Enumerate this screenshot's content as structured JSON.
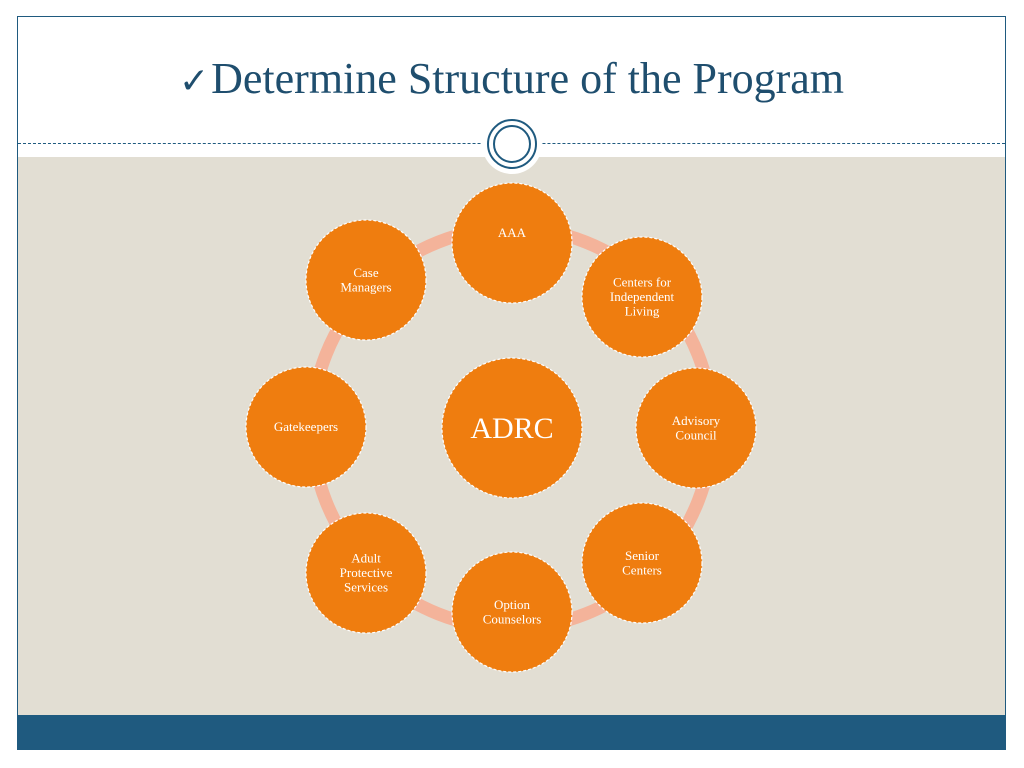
{
  "slide": {
    "title": "Determine Structure of the Program",
    "title_check": "✓"
  },
  "diagram": {
    "center": {
      "label": "ADRC"
    },
    "nodes": [
      {
        "label": "AAA"
      },
      {
        "label": "Centers for Independent Living"
      },
      {
        "label": "Advisory Council"
      },
      {
        "label": "Senior Centers"
      },
      {
        "label": "Option Counselors"
      },
      {
        "label": "Adult Protective Services"
      },
      {
        "label": "Gatekeepers"
      },
      {
        "label": "Case Managers"
      }
    ],
    "colors": {
      "node_fill": "#ef7d0f",
      "ring": "#f4b39a",
      "title": "#1f4e6e",
      "accent": "#1f5a7f",
      "content_bg": "#e2ded3"
    }
  }
}
